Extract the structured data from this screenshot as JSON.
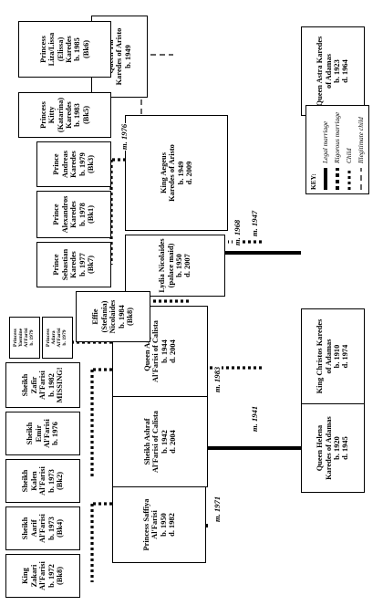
{
  "people": {
    "helena": [
      "Queen Helena",
      "Karedes of Adamas",
      "b. 1920",
      "d. 1945"
    ],
    "christos": [
      "King Christos Karedes",
      "of Adamas",
      "b. 1910",
      "d. 1974"
    ],
    "astra": [
      "Queen Astra Karedes",
      "of Adamas",
      "b. 1923",
      "d. 1964"
    ],
    "saffiya": [
      "Princess Saffiya",
      "Al'Farisi",
      "b. 1950",
      "d. 1982"
    ],
    "ashraf": [
      "Sheikh Ashraf",
      "Al'Farisi of Calista",
      "b. 1942",
      "d. 2004"
    ],
    "aaya": [
      "Queen Aaya",
      "Al'Farisi of Calista",
      "b. 1944",
      "d. 2004"
    ],
    "lydia": [
      "Lydia Nicolaides",
      "(palace maid)",
      "b. 1950",
      "d. 2007"
    ],
    "aegeus": [
      "King Aegeus",
      "Karedes of Aristo",
      "b. 1949",
      "d. 2009"
    ],
    "tia": [
      "Queen Tia",
      "Karedes of Aristo",
      "b. 1949"
    ],
    "zakari": [
      "King",
      "Zakari",
      "Al'Farisi",
      "b. 1972",
      "(Bk8)"
    ],
    "aarif": [
      "Sheikh",
      "Aarif",
      "Al'Farisi",
      "b. 1973",
      "(Bk4)"
    ],
    "kalen": [
      "Sheikh",
      "Kalen",
      "Al'Farisi",
      "b. 1973",
      "(Bk2)"
    ],
    "emir": [
      "Sheikh",
      "Emir",
      "Al'Farisi",
      "b. 1976"
    ],
    "zafir": [
      "Sheikh",
      "Zafir",
      "Al'Farisi",
      "b. 1982",
      "MISSING!"
    ],
    "effie": [
      "Effie",
      "(Stefania)",
      "Nicolaides",
      "b. 1984",
      "(Bk8)"
    ],
    "sebastian": [
      "Prince",
      "Sebastian",
      "Karedes",
      "b. 1977",
      "(Bk7)"
    ],
    "alexandros": [
      "Prince",
      "Alexandros",
      "Karedes",
      "b. 1978",
      "(Bk1)"
    ],
    "andreas": [
      "Prince",
      "Andreas",
      "Karedes",
      "b. 1979",
      "(Bk3)"
    ],
    "kitty": [
      "Princess",
      "Kitty",
      "(Katarina)",
      "Karedes",
      "b. 1983",
      "(Bk5)"
    ],
    "elissa": [
      "Princess",
      "Liza/Lissa",
      "(Elissa)",
      "Karedes",
      "b. 1985",
      "(Bk6)"
    ],
    "yasmine": [
      "Princess",
      "Yasmine",
      "Al'Farisi",
      "b. 1979"
    ],
    "adara": [
      "Princess",
      "Adara",
      "Al'Farisi",
      "b. 1979"
    ]
  },
  "marriages": {
    "christos_helena": "m. 1941",
    "christos_astra": "m. 1947",
    "ashraf_saffiya": "m. 1971",
    "ashraf_aaya": "m. 1983",
    "aegeus_lydia": "m. 1968",
    "aegeus_tia": "m. 1976"
  },
  "key": {
    "title": "KEY:",
    "legal": "Legal marriage",
    "rigorous": "Rigorous marriage",
    "child": "Child",
    "illegitimate": "Illegitimate child"
  }
}
